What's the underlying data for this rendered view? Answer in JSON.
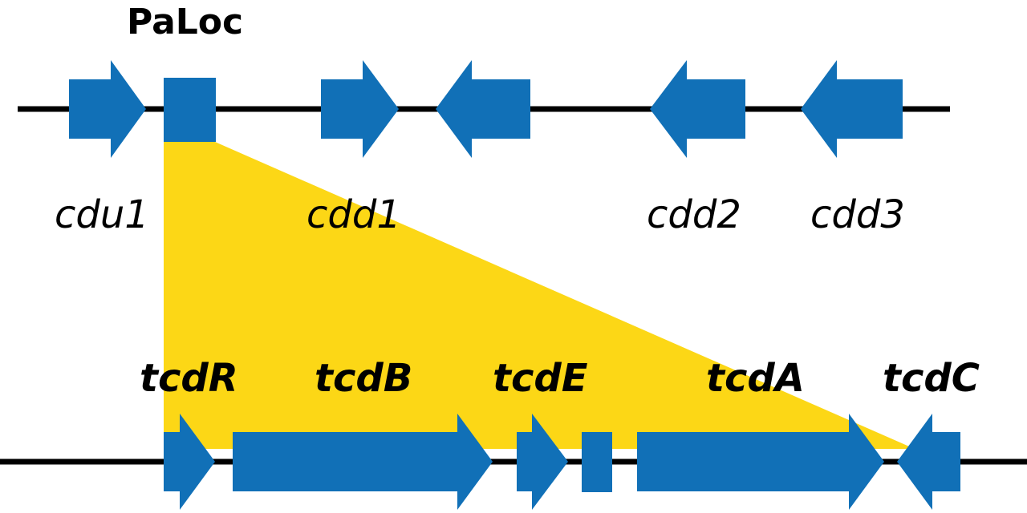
{
  "title": "PaLoc",
  "colors": {
    "gene": "#1170b7",
    "zoom": "#fcd716",
    "line": "#000000"
  },
  "upper_labels": {
    "cdu1": "cdu1",
    "cdd1": "cdd1",
    "cdd2": "cdd2",
    "cdd3": "cdd3"
  },
  "lower_labels": {
    "tcdR": "tcdR",
    "tcdB": "tcdB",
    "tcdE": "tcdE",
    "tcdA": "tcdA",
    "tcdC": "tcdC"
  }
}
